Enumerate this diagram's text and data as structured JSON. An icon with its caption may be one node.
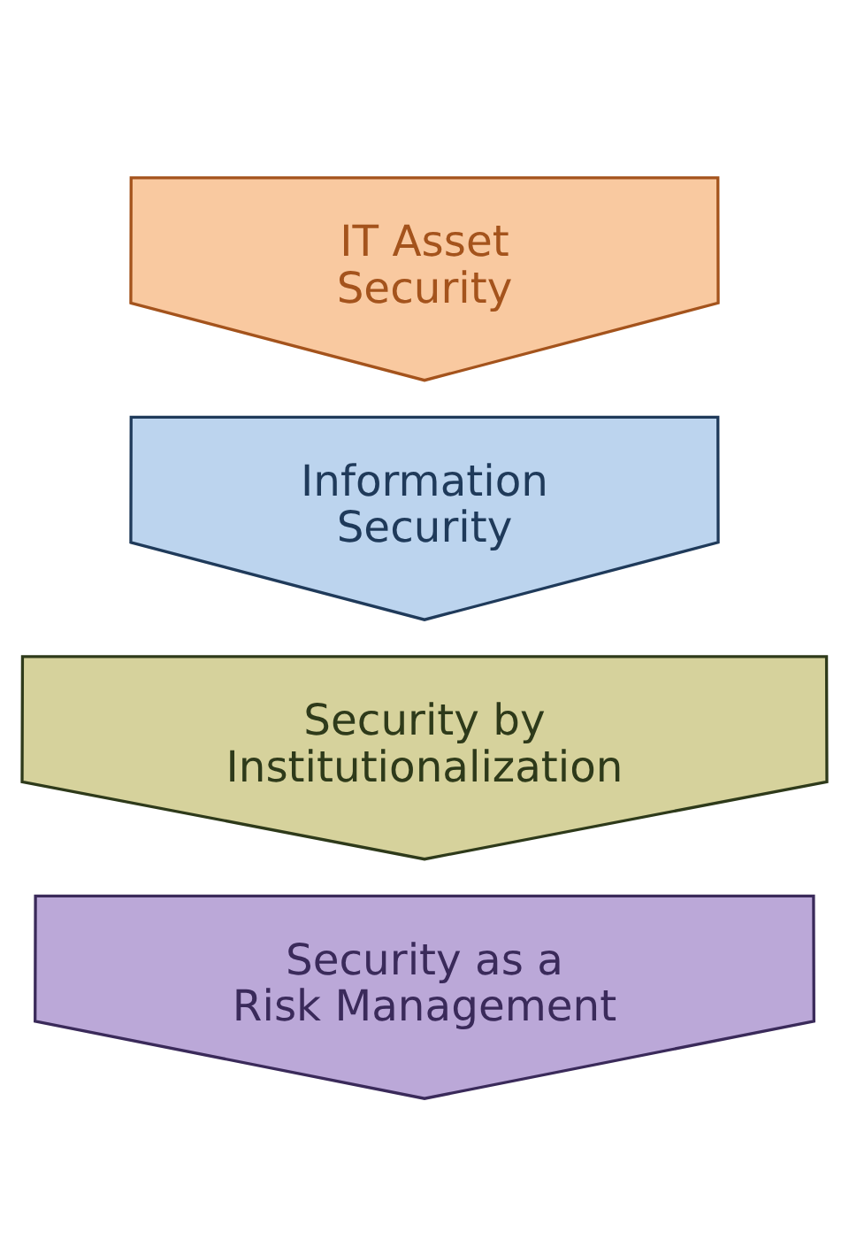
{
  "diagram": {
    "nodes": [
      {
        "text": [
          "IT Asset Security"
        ]
      },
      {
        "text": [
          "Information Security"
        ]
      },
      {
        "text": [
          "Security by Institutionalization"
        ]
      },
      {
        "text": [
          "Security as a Risk Management"
        ]
      }
    ]
  }
}
